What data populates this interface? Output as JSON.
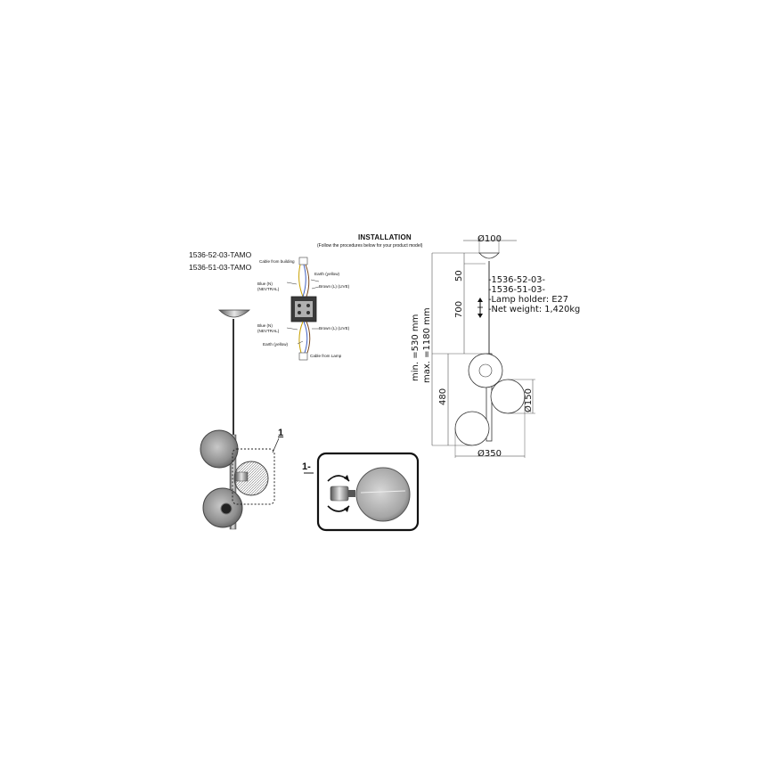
{
  "installation": {
    "title": "INSTALLATION",
    "subtitle": "(Follow the procedures below for your product model)"
  },
  "model_codes": [
    "1536-52-03-TAMO",
    "1536-51-03-TAMO"
  ],
  "wiring": {
    "cable_from_building": "Cable from building",
    "earth_top": "Earth (yellow)",
    "blue_top": "Blue (N)",
    "neutral_top": "(NEVTRAL)",
    "brown_top": "Brown (L) (LIVE)",
    "blue_bottom": "Blue (N)",
    "neutral_bottom": "(NEVTRAL)",
    "brown_bottom": "Brown (L) (LIVE)",
    "earth_bottom": "Earth (yellow)",
    "cable_from_lamp": "Cable from Lamp"
  },
  "callout_label": "1",
  "detail_label": "1-",
  "specs": [
    "-1536-52-03-",
    "-1536-51-03-",
    "-Lamp holder: E27",
    "-Net weight: 1,420kg"
  ],
  "dimensions": {
    "canopy_diameter": "Ø100",
    "canopy_height": "50",
    "rod_length": "700",
    "min_max_line1": "min. =530 mm",
    "min_max_line2": "max. =1180 mm",
    "lower_height": "480",
    "globe_diameter": "Ø150",
    "total_width": "Ø350"
  },
  "colors": {
    "line": "#333333",
    "glass": "#9a9a9a",
    "dash": "#444444"
  }
}
